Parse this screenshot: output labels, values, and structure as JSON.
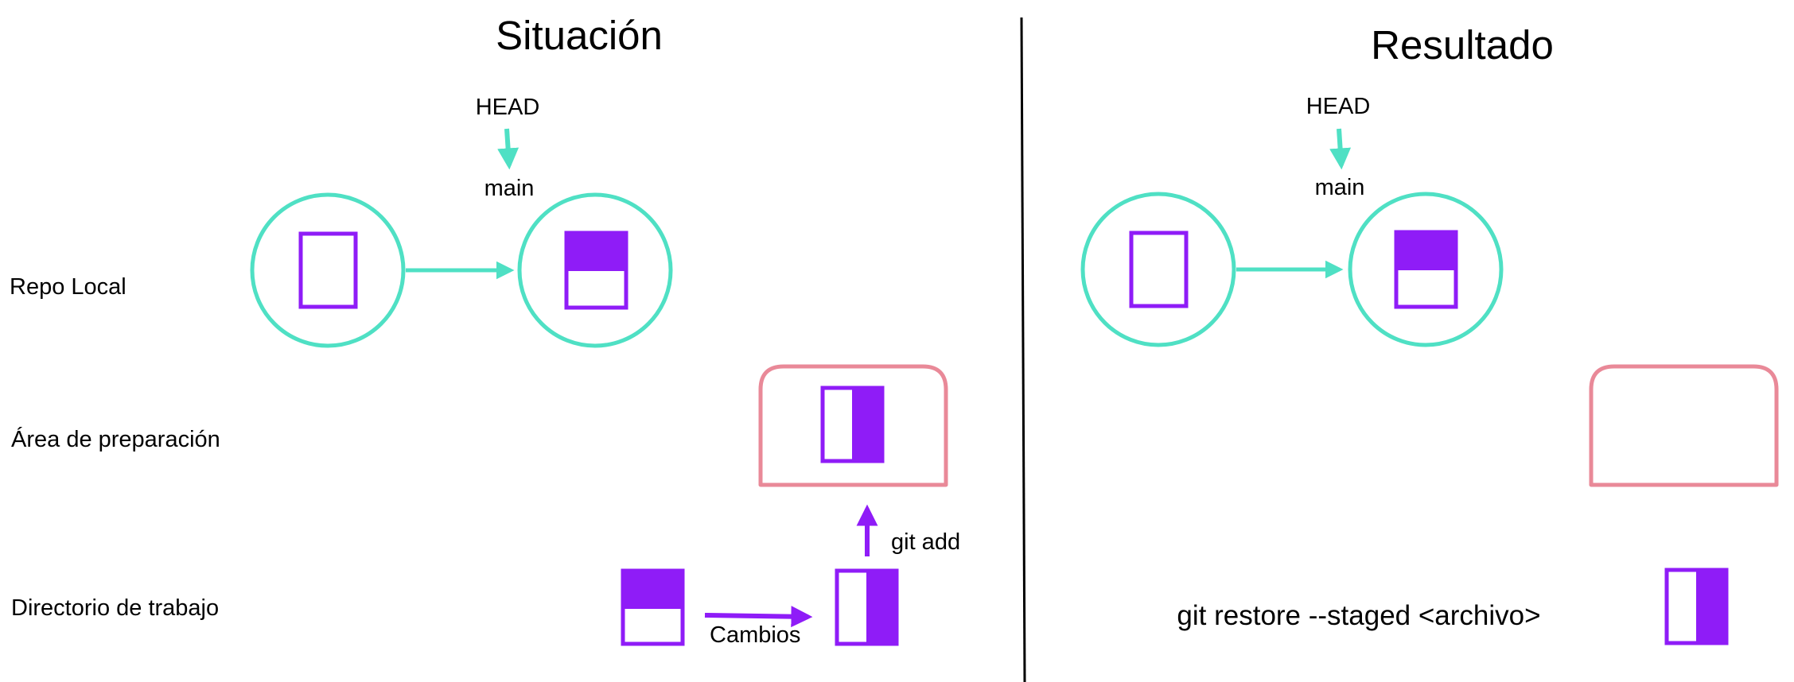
{
  "colors": {
    "teal": "#4fe0c4",
    "purple": "#8f1cf7",
    "pink": "#e98998",
    "divider": "#000000"
  },
  "left_panel": {
    "title": "Situación",
    "head_label": "HEAD",
    "branch_label": "main",
    "git_add_label": "git add",
    "changes_label": "Cambios"
  },
  "right_panel": {
    "title": "Resultado",
    "head_label": "HEAD",
    "branch_label": "main",
    "command": "git restore --staged <archivo>"
  },
  "rows": {
    "repo_local": "Repo Local",
    "staging_area": "Área de preparación",
    "working_dir": "Directorio de trabajo"
  }
}
